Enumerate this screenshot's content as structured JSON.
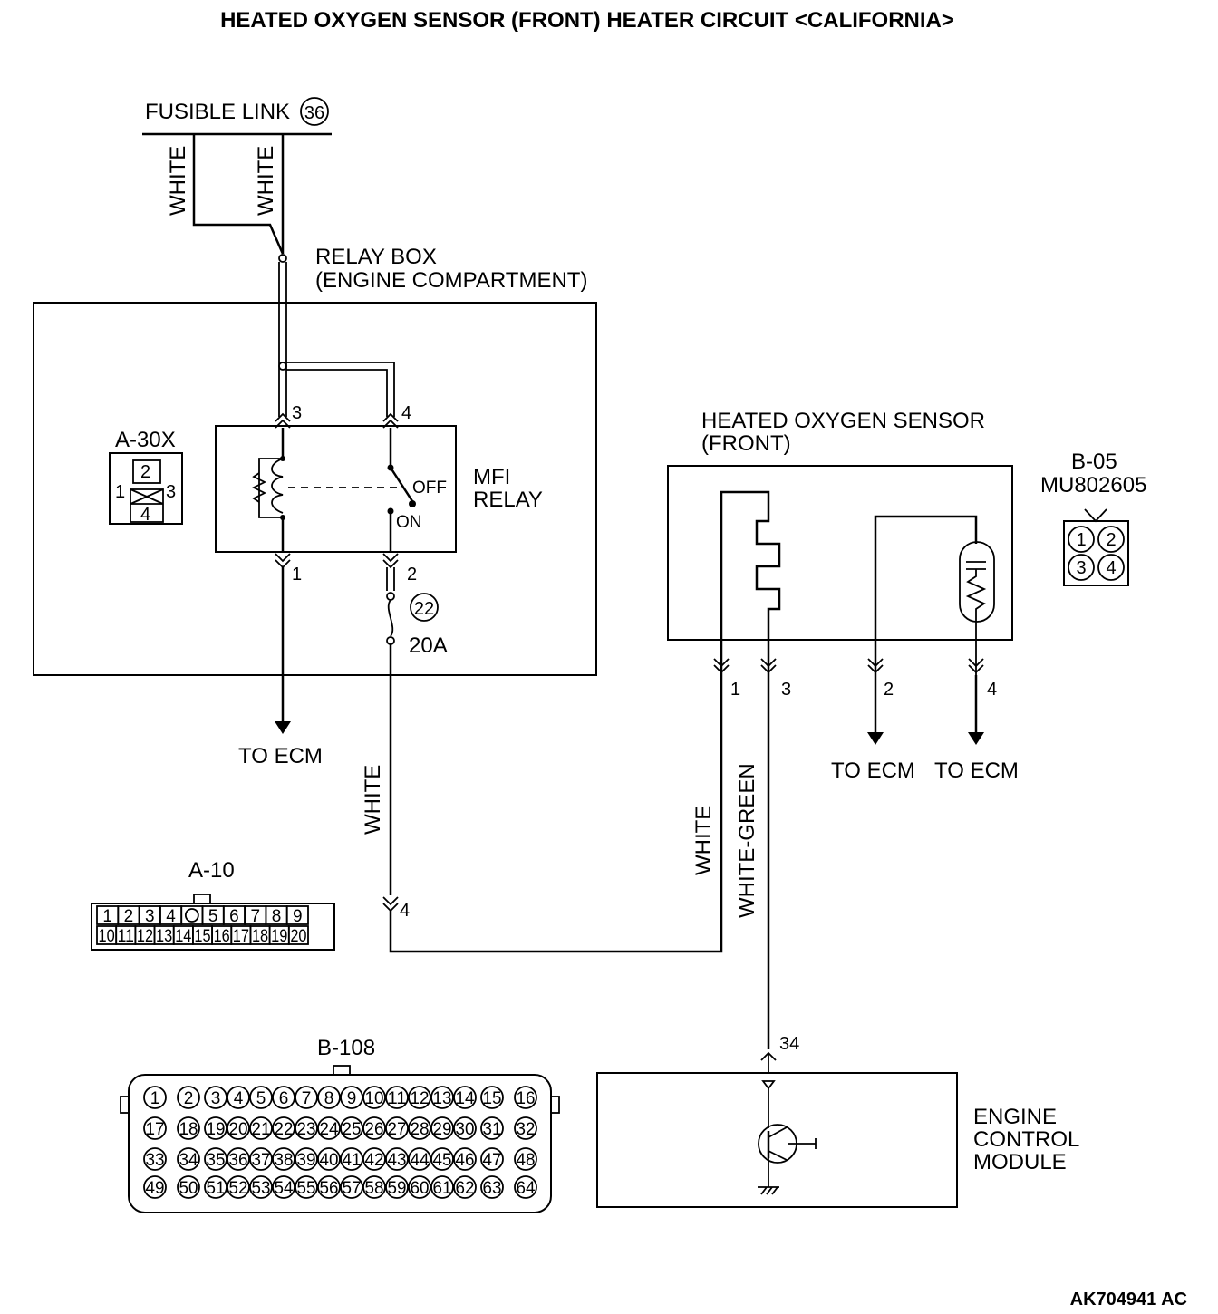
{
  "title": "HEATED OXYGEN SENSOR (FRONT) HEATER CIRCUIT <CALIFORNIA>",
  "fusible_link": {
    "label": "FUSIBLE LINK",
    "number": "36"
  },
  "wire_colors": {
    "white": "WHITE",
    "white_green": "WHITE-GREEN"
  },
  "relay_box": {
    "line1": "RELAY BOX",
    "line2": "(ENGINE COMPARTMENT)",
    "connector": "A-30X",
    "connector_pins": [
      "1",
      "2",
      "3",
      "4"
    ]
  },
  "mfi_relay": {
    "line1": "MFI",
    "line2": "RELAY",
    "off": "OFF",
    "on": "ON",
    "pins": [
      "3",
      "4",
      "1",
      "2"
    ]
  },
  "fuse": {
    "number": "22",
    "rating": "20A"
  },
  "to_ecm": "TO ECM",
  "a10": {
    "label": "A-10",
    "row1": [
      "1",
      "2",
      "3",
      "4",
      "O",
      "5",
      "6",
      "7",
      "8",
      "9"
    ],
    "row2": [
      "10",
      "11",
      "12",
      "13",
      "14",
      "15",
      "16",
      "17",
      "18",
      "19",
      "20"
    ],
    "pin": "4"
  },
  "sensor": {
    "line1": "HEATED OXYGEN SENSOR",
    "line2": "(FRONT)",
    "pins": [
      "1",
      "3",
      "2",
      "4"
    ]
  },
  "b05": {
    "label": "B-05",
    "part": "MU802605",
    "pins": [
      "1",
      "2",
      "3",
      "4"
    ]
  },
  "b108": {
    "label": "B-108",
    "pins": [
      "1",
      "2",
      "3",
      "4",
      "5",
      "6",
      "7",
      "8",
      "9",
      "10",
      "11",
      "12",
      "13",
      "14",
      "15",
      "16",
      "17",
      "18",
      "19",
      "20",
      "21",
      "22",
      "23",
      "24",
      "25",
      "26",
      "27",
      "28",
      "29",
      "30",
      "31",
      "32",
      "33",
      "34",
      "35",
      "36",
      "37",
      "38",
      "39",
      "40",
      "41",
      "42",
      "43",
      "44",
      "45",
      "46",
      "47",
      "48",
      "49",
      "50",
      "51",
      "52",
      "53",
      "54",
      "55",
      "56",
      "57",
      "58",
      "59",
      "60",
      "61",
      "62",
      "63",
      "64"
    ]
  },
  "ecm": {
    "line1": "ENGINE",
    "line2": "CONTROL",
    "line3": "MODULE",
    "pin": "34"
  },
  "figure_id": "AK704941 AC"
}
